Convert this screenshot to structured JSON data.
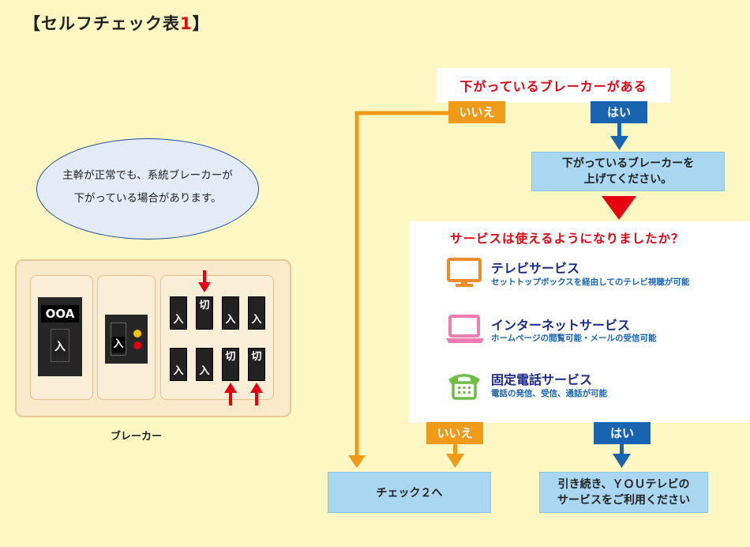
{
  "title": {
    "open": "【",
    "text": "セルフチェック表",
    "number": "1",
    "close": "】"
  },
  "note": {
    "line1": "主幹が正常でも、系統ブレーカーが",
    "line2": "下がっている場合があります。"
  },
  "breaker": {
    "main_label": "OOA",
    "main_switch": "入",
    "mid_switch": "入",
    "top_row": [
      "入",
      "切",
      "入",
      "入"
    ],
    "bottom_row": [
      "入",
      "入",
      "切",
      "切"
    ],
    "caption": "ブレーカー"
  },
  "flow": {
    "question1": "下がっているブレーカーがある",
    "no_label": "いいえ",
    "yes_label": "はい",
    "action_line1": "下がっているブレーカーを",
    "action_line2": "上げてください。",
    "question2": "サービスは使えるようになりましたか？",
    "services": [
      {
        "icon": "tv-icon",
        "title": "テレビサービス",
        "desc": "セットトップボックスを経由してのテレビ視聴が可能"
      },
      {
        "icon": "laptop-icon",
        "title": "インターネットサービス",
        "desc": "ホームページの閲覧可能・メールの受信可能"
      },
      {
        "icon": "phone-icon",
        "title": "固定電話サービス",
        "desc": "電話の発信、受信、通話が可能"
      }
    ],
    "no_label2": "いいえ",
    "yes_label2": "はい",
    "result_no": "チェック２へ",
    "result_yes_line1": "引き続き、ＹＯＵテレビの",
    "result_yes_line2": "サービスをご利用ください"
  },
  "colors": {
    "background": "#fdf7c3",
    "red": "#e60012",
    "orange": "#f09a1a",
    "blue": "#1964b0",
    "light_blue": "#a9d6f1",
    "navy": "#1a2a8c"
  }
}
